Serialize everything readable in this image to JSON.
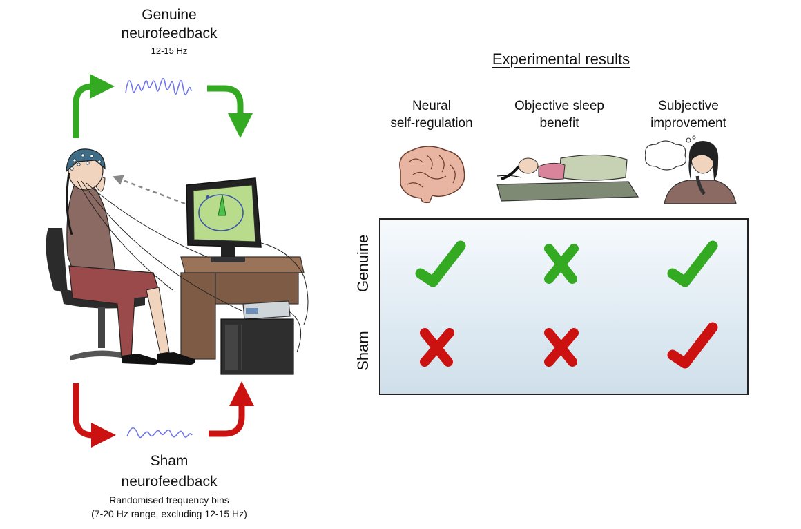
{
  "genuine": {
    "title_line1": "Genuine",
    "title_line2": "neurofeedback",
    "subtitle": "12-15 Hz",
    "color": "#33aa22"
  },
  "sham": {
    "title_line1": "Sham",
    "title_line2": "neurofeedback",
    "subtitle_line1": "Randomised frequency bins",
    "subtitle_line2": "(7-20 Hz range, excluding 12-15 Hz)",
    "color": "#cc1111"
  },
  "results": {
    "title": "Experimental results",
    "columns": [
      {
        "line1": "Neural",
        "line2": "self-regulation",
        "icon": "brain-icon"
      },
      {
        "line1": "Objective sleep",
        "line2": "benefit",
        "icon": "sleeping-person-icon"
      },
      {
        "line1": "Subjective",
        "line2": "improvement",
        "icon": "thinking-person-icon"
      }
    ],
    "rows": [
      {
        "label": "Genuine",
        "marks": [
          "check",
          "cross",
          "check"
        ],
        "color": "#33aa22"
      },
      {
        "label": "Sham",
        "marks": [
          "cross",
          "cross",
          "check"
        ],
        "color": "#cc1111"
      }
    ]
  },
  "wave_color": "#6f75ee"
}
